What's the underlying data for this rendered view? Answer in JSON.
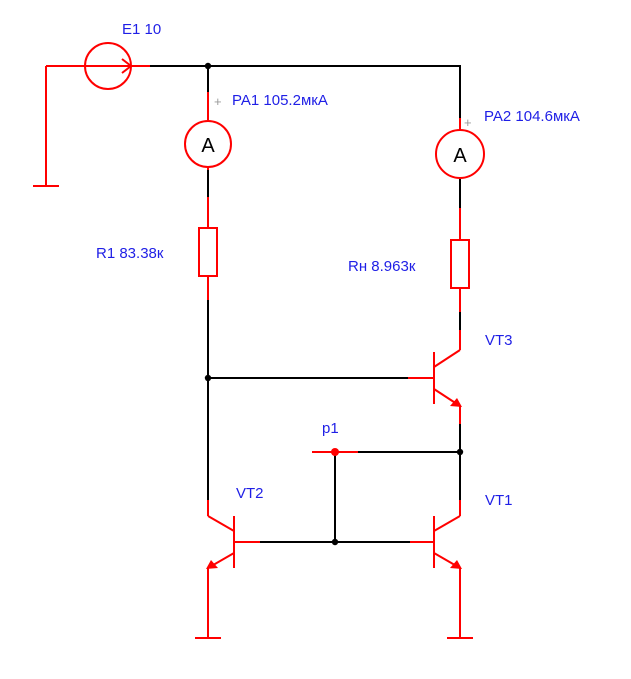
{
  "components": {
    "e1": {
      "label": "E1 10"
    },
    "pa1": {
      "label": "PA1 105.2мкА",
      "symbol": "A",
      "plus": "+"
    },
    "pa2": {
      "label": "PA2 104.6мкА",
      "symbol": "A",
      "plus": "+"
    },
    "r1": {
      "label": "R1 83.38к"
    },
    "rn": {
      "label": "Rн 8.963к"
    },
    "vt1": {
      "label": "VT1"
    },
    "vt2": {
      "label": "VT2"
    },
    "vt3": {
      "label": "VT3"
    },
    "p1": {
      "label": "p1"
    }
  },
  "colors": {
    "wire": "#000000",
    "component": "#ff0000",
    "label": "#1f1fe6",
    "plus_mark": "#9a9a9a"
  }
}
